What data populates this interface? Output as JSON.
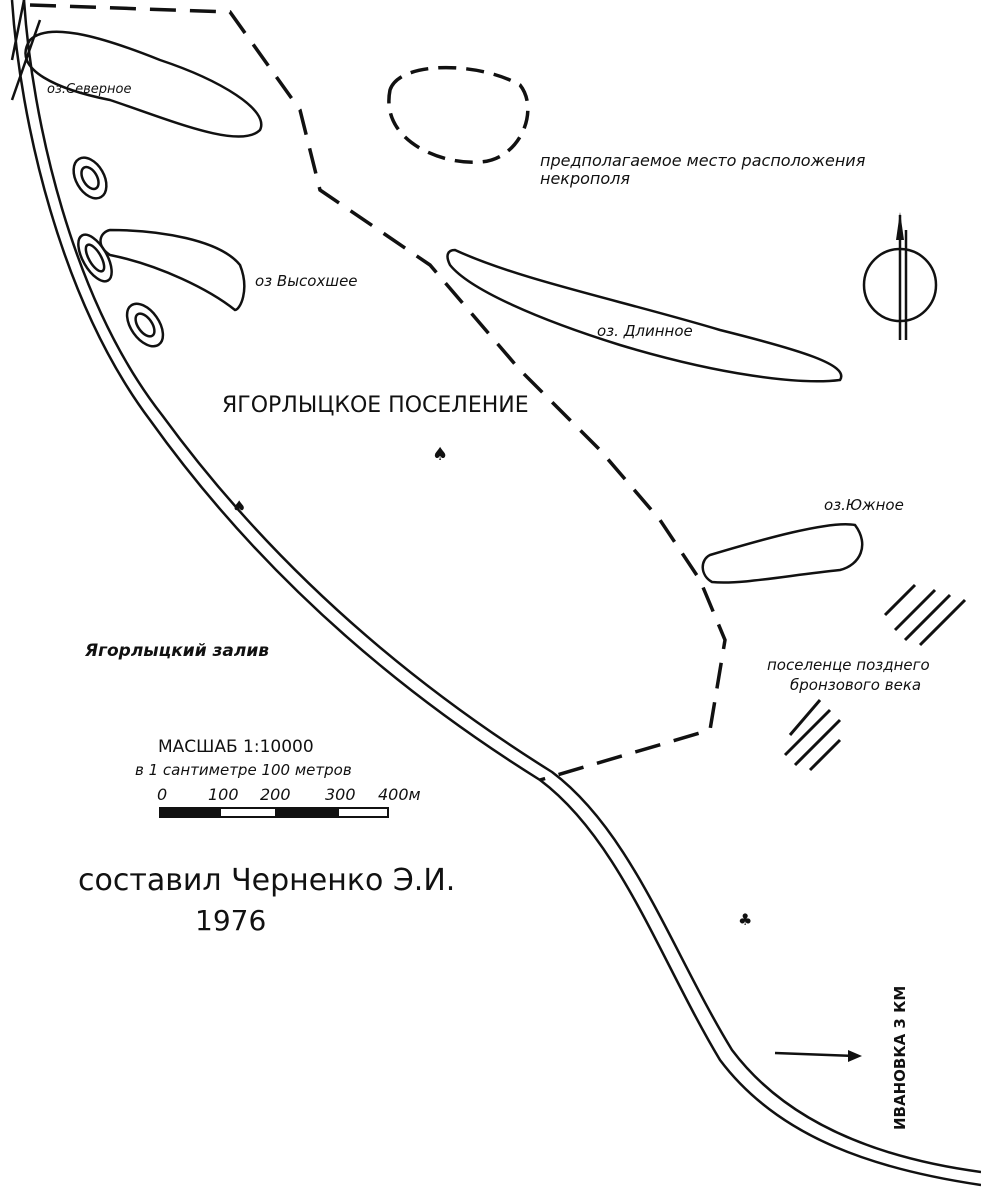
{
  "labels": {
    "lake_north": "оз.Северное",
    "lake_dried": "оз Высохшее",
    "lake_long": "оз. Длинное",
    "lake_south": "оз.Южное",
    "necropolis": [
      "предполагаемое место расположения",
      "некрополя"
    ],
    "settlement": "ЯГОРЛЫЦКОЕ ПОСЕЛЕНИЕ",
    "bay": "Ягорлыцкий залив",
    "bronze_age": [
      "поселенце позднего",
      "бронзового века"
    ],
    "direction": "ИВАНОВКА 3 КМ"
  },
  "scale": {
    "title": "МАСШАБ 1:10000",
    "subtitle": "в 1 сантиметре 100 метров",
    "ticks": [
      "0",
      "100",
      "200",
      "300",
      "400м"
    ]
  },
  "author": {
    "compiled_by": "составил Черненко Э.И.",
    "year": "1976"
  },
  "colors": {
    "ink": "#111111",
    "paper": "#ffffff"
  }
}
